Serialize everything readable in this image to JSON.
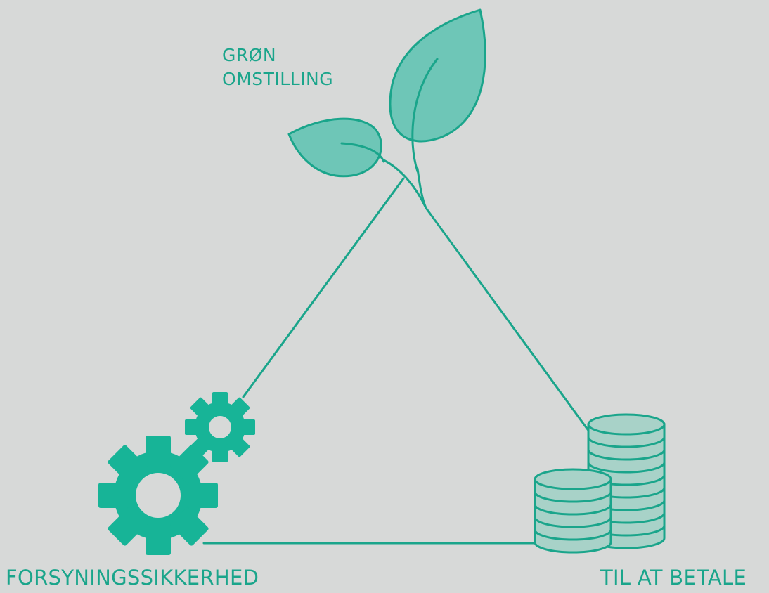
{
  "labels": {
    "top_line1": "GRØN",
    "top_line2": "OMSTILLING",
    "bottom_left": "FORSYNINGSSIKKERHED",
    "bottom_right": "TIL AT BETALE"
  },
  "colors": {
    "background": "#d7d9d8",
    "accent": "#1aa58b",
    "gear_fill": "#17b497",
    "leaf_fill": "#6ec6b7",
    "coin_fill": "#a8d2c8"
  },
  "icons": {
    "top": "plant-sprout-icon",
    "bottom_left": "gears-icon",
    "bottom_right": "coin-stacks-icon"
  }
}
